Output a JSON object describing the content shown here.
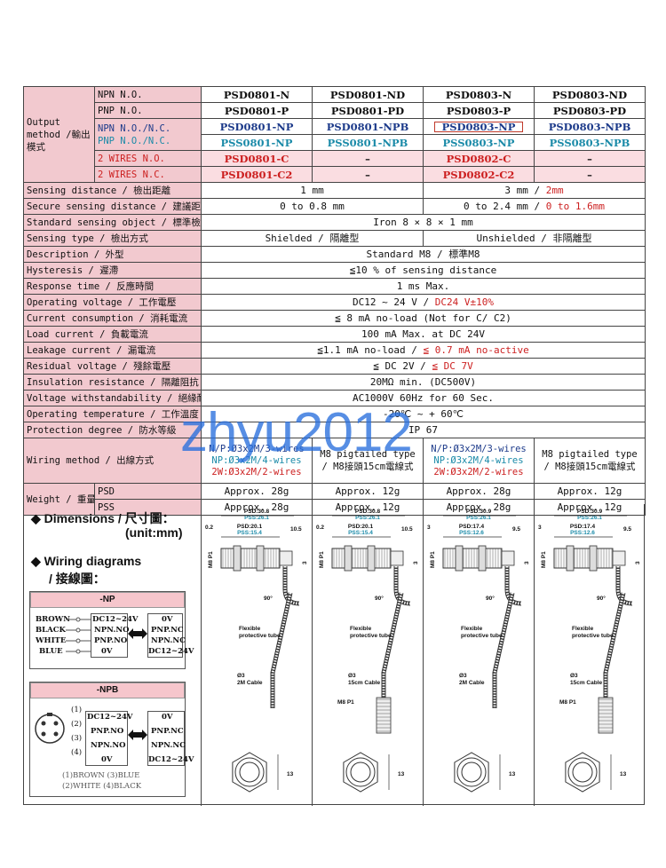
{
  "rows": {
    "output": {
      "label": "Output method /輸出模式",
      "npn_no": "NPN N.O.",
      "pnp_no": "PNP N.O.",
      "npn_nonc": "NPN N.O./N.C.",
      "pnp_nonc": "PNP N.O./N.C.",
      "w2_no": "2 WIRES N.O.",
      "w2_nc": "2 WIRES N.C.",
      "m": [
        [
          "PSD0801-N",
          "PSD0801-ND",
          "PSD0803-N",
          "PSD0803-ND"
        ],
        [
          "PSD0801-P",
          "PSD0801-PD",
          "PSD0803-P",
          "PSD0803-PD"
        ],
        [
          "PSD0801-NP",
          "PSD0801-NPB",
          "PSD0803-NP",
          "PSD0803-NPB"
        ],
        [
          "PSS0801-NP",
          "PSS0801-NPB",
          "PSS0803-NP",
          "PSS0803-NPB"
        ],
        [
          "PSD0801-C",
          "–",
          "PSD0802-C",
          "–"
        ],
        [
          "PSD0801-C2",
          "–",
          "PSD0802-C2",
          "–"
        ]
      ]
    },
    "sensing_distance": {
      "label": "Sensing distance / 檢出距離",
      "a": "1 mm",
      "b1": "3 mm / ",
      "b2": "2mm"
    },
    "secure_distance": {
      "label": "Secure sensing distance / 建議距離",
      "a": "0 to 0.8 mm",
      "b1": "0 to 2.4 mm / ",
      "b2": "0 to 1.6mm"
    },
    "standard_object": {
      "label": "Standard sensing object / 標準檢測物",
      "v": "Iron 8 × 8 × 1 mm"
    },
    "sensing_type": {
      "label": "Sensing type / 檢出方式",
      "a": "Shielded / 隔離型",
      "b": "Unshielded / 非隔離型"
    },
    "description": {
      "label": "Description / 外型",
      "v": "Standard M8 / 標準M8"
    },
    "hysteresis": {
      "label": "Hysteresis / 遲滯",
      "v": "≦10 % of sensing distance"
    },
    "response": {
      "label": "Response time / 反應時間",
      "v": "1 ms Max."
    },
    "voltage": {
      "label": "Operating voltage / 工作電壓",
      "v1": "DC12 ~ 24 V / ",
      "v2": "DC24 V±10%"
    },
    "current": {
      "label": "Current consumption / 消耗電流",
      "v": "≦ 8 mA no-load  (Not for C/ C2)"
    },
    "load": {
      "label": "Load current / 負載電流",
      "v": "100 mA Max. at DC 24V"
    },
    "leakage": {
      "label": "Leakage current / 漏電流",
      "v1": "≦1.1 mA no-load  / ",
      "v2": "≦ 0.7 mA no-active"
    },
    "residual": {
      "label": "Residual voltage / 殘餘電壓",
      "v1": "≦ DC 2V / ",
      "v2": "≦ DC 7V"
    },
    "insulation": {
      "label": "Insulation resistance / 隔離阻抗",
      "v": "20MΩ min.  (DC500V)"
    },
    "withstand": {
      "label": "Voltage withstandability / 絕緣耐壓",
      "v": "AC1000V 60Hz for  60 Sec."
    },
    "temperature": {
      "label": "Operating temperature / 工作溫度",
      "v": "-20℃ ~ + 60℃"
    },
    "protection": {
      "label": "Protection degree / 防水等級",
      "v": "IP 67"
    },
    "wiring": {
      "label": "Wiring method / 出線方式",
      "c1a": "N/P:Ø3x2M/3-wires",
      "c1b": "NP:Ø3x2M/4-wires",
      "c1c": "2W:Ø3x2M/2-wires",
      "c2a": "M8 pigtailed type",
      "c2b": "/ M8接頭15cm電線式",
      "c3a": "N/P:Ø3x2M/3-wires",
      "c3b": "NP:Ø3x2M/4-wires",
      "c3c": "2W:Ø3x2M/2-wires",
      "c4a": "M8 pigtailed type",
      "c4b": "/ M8接頭15cm電線式"
    },
    "weight": {
      "label": "Weight / 重量",
      "psd": "PSD",
      "pss": "PSS",
      "psd_vals": [
        "Approx. 28g",
        "Approx. 12g",
        "Approx. 28g",
        "Approx. 12g"
      ],
      "pss_vals": [
        "Approx. 28g",
        "Approx. 12g",
        "Approx. 28g",
        "Approx. 12g"
      ]
    }
  },
  "diagrams": {
    "dimensions_title": "◆ Dimensions / 尺寸圖：",
    "dimensions_unit": "(unit:mm)",
    "wiring_title": "◆ Wiring diagrams",
    "wiring_sub": "/ 接線圖：",
    "np_bar": "-NP",
    "npb_bar": "-NPB",
    "np_wires": [
      "BROWN",
      "BLACK",
      "WHITE",
      "BLUE"
    ],
    "np_pins": [
      "DC12~24V",
      "NPN.NO",
      "PNP.NO",
      "0V"
    ],
    "np_right": [
      "0V",
      "PNP.NC",
      "NPN.NC",
      "DC12~24V"
    ],
    "npb_nums": [
      "(1)",
      "(2)",
      "(3)",
      "(4)"
    ],
    "npb_pins": [
      "DC12~24V",
      "PNP.NO",
      "NPN.NO",
      "0V"
    ],
    "npb_right": [
      "0V",
      "PNP.NC",
      "NPN.NC",
      "DC12~24V"
    ],
    "npb_legend1": "(1)BROWN   (3)BLUE",
    "npb_legend2": "(2)WHITE   (4)BLACK",
    "dims": [
      {
        "psd": "PSD:30.8",
        "pss": "PSS:26.1",
        "psd2": "PSD:20.1",
        "pss2": "PSS:15.4",
        "a": "0.2",
        "b": "10.5",
        "cable1": "Flexible",
        "cable2": "protective tube",
        "cable3": "Ø3",
        "cable4": "2M Cable"
      },
      {
        "psd": "PSD:30.8",
        "pss": "PSS:26.1",
        "psd2": "PSD:20.1",
        "pss2": "PSS:15.4",
        "a": "0.2",
        "b": "10.5",
        "cable1": "Flexible",
        "cable2": "protective tube",
        "cable3": "Ø3",
        "cable4": "15cm Cable",
        "m8": "M8 P1"
      },
      {
        "psd": "PSD:30.9",
        "pss": "PSS:26.1",
        "psd2": "PSD:17.4",
        "pss2": "PSS:12.6",
        "a": "3",
        "b": "9.5",
        "cable1": "Flexible",
        "cable2": "protective tube",
        "cable3": "Ø3",
        "cable4": "2M Cable"
      },
      {
        "psd": "PSD:30.9",
        "pss": "PSS:26.1",
        "psd2": "PSD:17.4",
        "pss2": "PSS:12.6",
        "a": "3",
        "b": "9.5",
        "cable1": "Flexible",
        "cable2": "protective tube",
        "cable3": "Ø3",
        "cable4": "15cm Cable",
        "m8": "M8 P1"
      }
    ],
    "m8_label": "M8 P1",
    "angle": "90°",
    "nut": "13"
  },
  "watermark": "zhyu2012"
}
